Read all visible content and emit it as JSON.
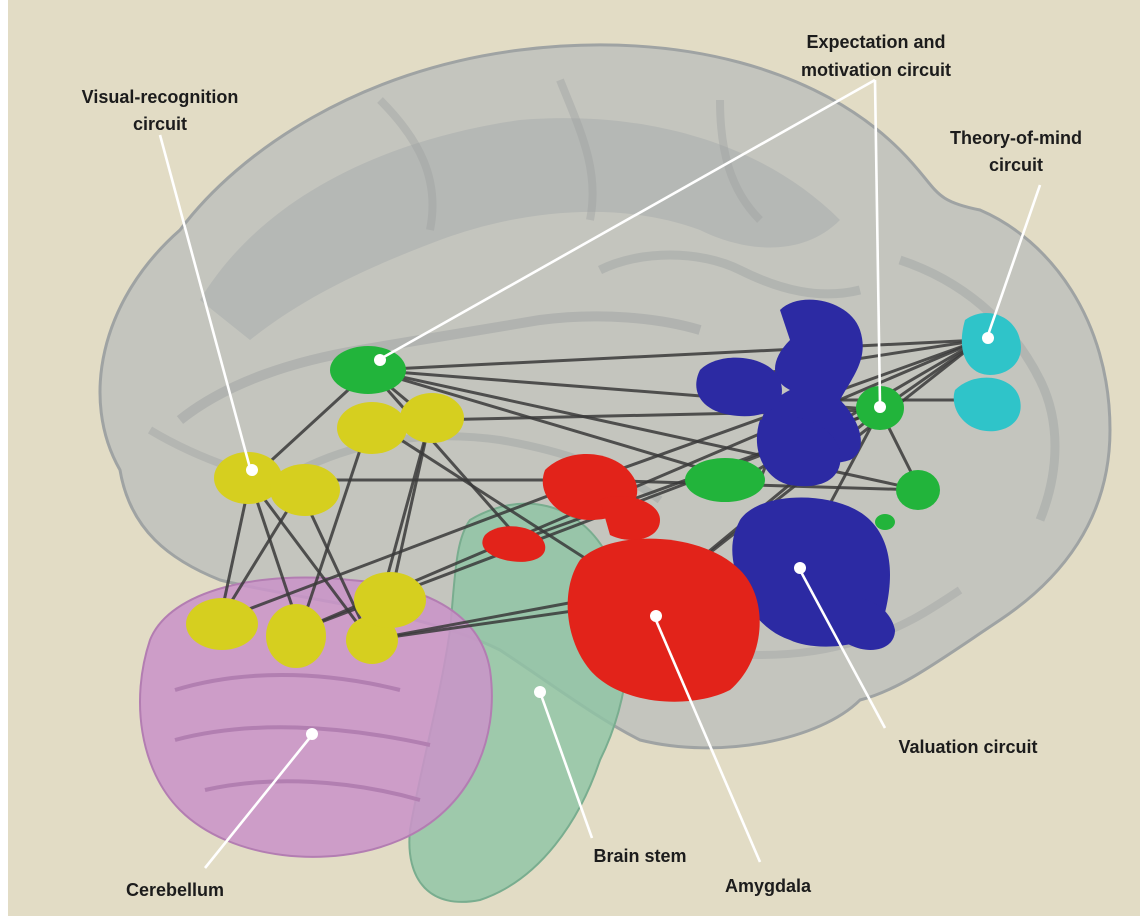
{
  "figure": {
    "background_color": "#e2dcc5",
    "labels": {
      "visual": [
        "Visual-recognition",
        "circuit"
      ],
      "expectation": [
        "Expectation and",
        "motivation circuit"
      ],
      "theory": [
        "Theory-of-mind",
        "circuit"
      ],
      "valuation": "Valuation circuit",
      "amygdala": "Amygdala",
      "brainstem": "Brain stem",
      "cerebellum": "Cerebellum"
    },
    "colors": {
      "visual_recognition": "#d6cf1f",
      "expectation_motivation": "#22b43b",
      "theory_of_mind": "#2fc4c9",
      "valuation": "#2c2aa3",
      "amygdala": "#e2231a",
      "brain_stem": "#8fc4a5",
      "cerebellum": "#c994c8",
      "brain": "#b8bcbc"
    }
  }
}
